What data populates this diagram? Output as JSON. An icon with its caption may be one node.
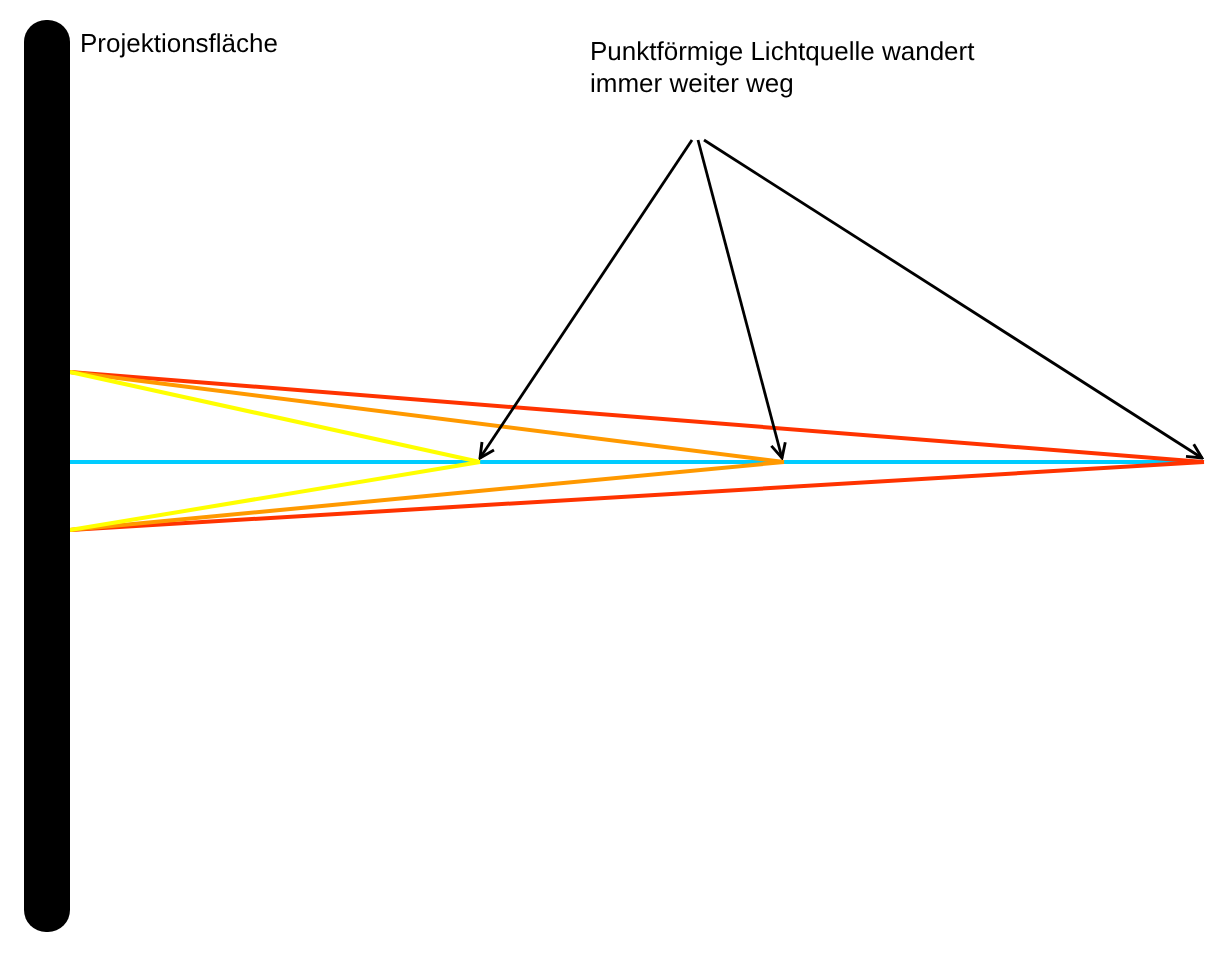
{
  "diagram": {
    "nodes": [
      {
        "text": [],
        "shape": "bar"
      },
      {
        "text": [
          "Punktförmige Lichtquelle wandert immer weiter weg"
        ]
      }
    ],
    "edges": [
      {
        "from": null,
        "to": 0,
        "arrow": "none",
        "color": "#00ccff"
      },
      {
        "from": null,
        "to": 0,
        "arrow": "none",
        "color": "#ff3300"
      },
      {
        "from": null,
        "to": 0,
        "arrow": "none",
        "color": "#ff3300"
      },
      {
        "from": null,
        "to": 0,
        "arrow": "none",
        "color": "#ff9900"
      },
      {
        "from": null,
        "to": 0,
        "arrow": "none",
        "color": "#ff9900"
      },
      {
        "from": null,
        "to": 0,
        "arrow": "none",
        "color": "#ffff00"
      },
      {
        "from": null,
        "to": 0,
        "arrow": "none",
        "color": "#ffff00"
      },
      {
        "from": 1,
        "to": null,
        "arrow": "to"
      },
      {
        "from": 1,
        "to": null,
        "arrow": "to"
      },
      {
        "from": 1,
        "to": null,
        "arrow": "to"
      }
    ],
    "labels": [
      "Projektionsfläche"
    ]
  }
}
